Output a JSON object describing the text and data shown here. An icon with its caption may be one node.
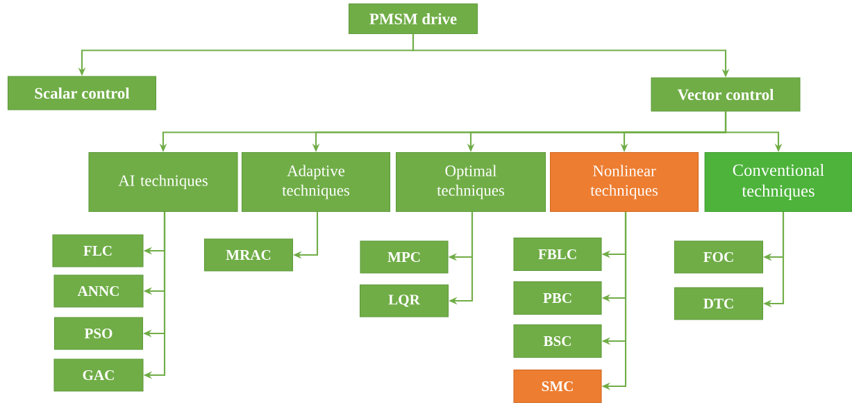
{
  "diagram": {
    "nodes": [
      {
        "text": [
          "PMSM drive"
        ]
      },
      {
        "text": [
          "Scalar control"
        ]
      },
      {
        "text": [
          "Vector control"
        ]
      },
      {
        "text": [
          "AI techniques"
        ]
      },
      {
        "text": [
          "Adaptive techniques"
        ]
      },
      {
        "text": [
          "Optimal techniques"
        ]
      },
      {
        "text": [
          "Nonlinear techniques"
        ]
      },
      {
        "text": [
          "Conventional techniques"
        ]
      },
      {
        "text": [
          "FLC"
        ]
      },
      {
        "text": [
          "ANNC"
        ]
      },
      {
        "text": [
          "PSO"
        ]
      },
      {
        "text": [
          "GAC"
        ]
      },
      {
        "text": [
          "MRAC"
        ]
      },
      {
        "text": [
          "MPC"
        ]
      },
      {
        "text": [
          "LQR"
        ]
      },
      {
        "text": [
          "FBLC"
        ]
      },
      {
        "text": [
          "PBC"
        ]
      },
      {
        "text": [
          "BSC"
        ]
      },
      {
        "text": [
          "SMC"
        ]
      },
      {
        "text": [
          "FOC"
        ]
      },
      {
        "text": [
          "DTC"
        ]
      }
    ],
    "edges": [
      {
        "from": 0,
        "to": 1,
        "arrow": "to"
      },
      {
        "from": 0,
        "to": 2,
        "arrow": "to"
      },
      {
        "from": 2,
        "to": 3,
        "arrow": "to"
      },
      {
        "from": 2,
        "to": 4,
        "arrow": "to"
      },
      {
        "from": 2,
        "to": 5,
        "arrow": "to"
      },
      {
        "from": 2,
        "to": 6,
        "arrow": "to"
      },
      {
        "from": 2,
        "to": 7,
        "arrow": "to"
      },
      {
        "from": 3,
        "to": 8,
        "arrow": "to"
      },
      {
        "from": 3,
        "to": 9,
        "arrow": "to"
      },
      {
        "from": 3,
        "to": 10,
        "arrow": "to"
      },
      {
        "from": 3,
        "to": 11,
        "arrow": "to"
      },
      {
        "from": 4,
        "to": 12,
        "arrow": "to"
      },
      {
        "from": 5,
        "to": 13,
        "arrow": "to"
      },
      {
        "from": 5,
        "to": 14,
        "arrow": "to"
      },
      {
        "from": 6,
        "to": 15,
        "arrow": "to"
      },
      {
        "from": 6,
        "to": 16,
        "arrow": "to"
      },
      {
        "from": 6,
        "to": 17,
        "arrow": "to"
      },
      {
        "from": 6,
        "to": 18,
        "arrow": "to"
      },
      {
        "from": 7,
        "to": 19,
        "arrow": "to"
      },
      {
        "from": 7,
        "to": 20,
        "arrow": "to"
      }
    ]
  }
}
